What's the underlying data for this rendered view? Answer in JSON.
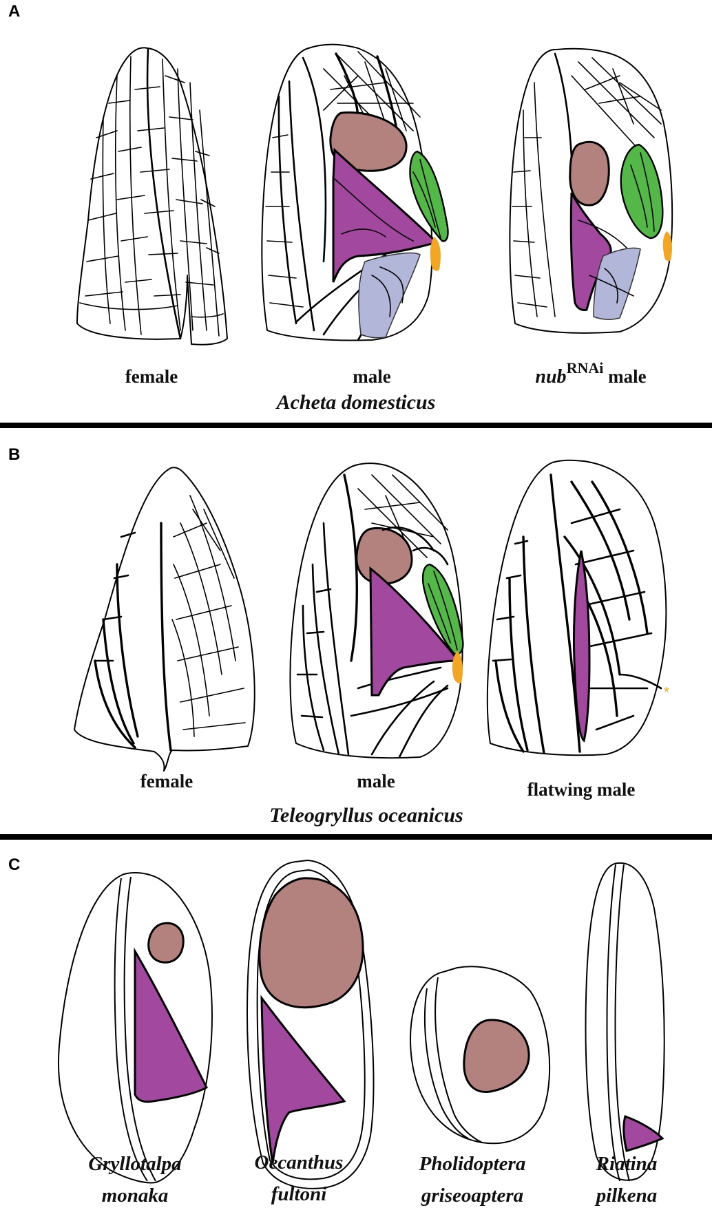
{
  "panels": {
    "a": {
      "letter": "A",
      "labels": {
        "female": "female",
        "male": "male",
        "rnai_gene": "nub",
        "rnai_sup": "RNAi",
        "rnai_rest": " male"
      },
      "species": "Acheta domesticus"
    },
    "b": {
      "letter": "B",
      "labels": {
        "female": "female",
        "male": "male",
        "flatwing": "flatwing male"
      },
      "species": "Teleogryllus oceanicus",
      "asterisk": "*"
    },
    "c": {
      "letter": "C",
      "species": [
        {
          "line1": "Gryllotalpa",
          "line2": "monaka"
        },
        {
          "line1": "Oecanthus",
          "line2": "fultoni"
        },
        {
          "line1": "Pholidoptera",
          "line2": "griseoaptera"
        },
        {
          "line1": "Riatina",
          "line2": "pilkena"
        }
      ]
    }
  },
  "colors": {
    "mirror": "#b4827e",
    "harp": "#a2489f",
    "green_field": "#54b848",
    "blue_field": "#b2b6d8",
    "orange_spot": "#f2a623"
  }
}
